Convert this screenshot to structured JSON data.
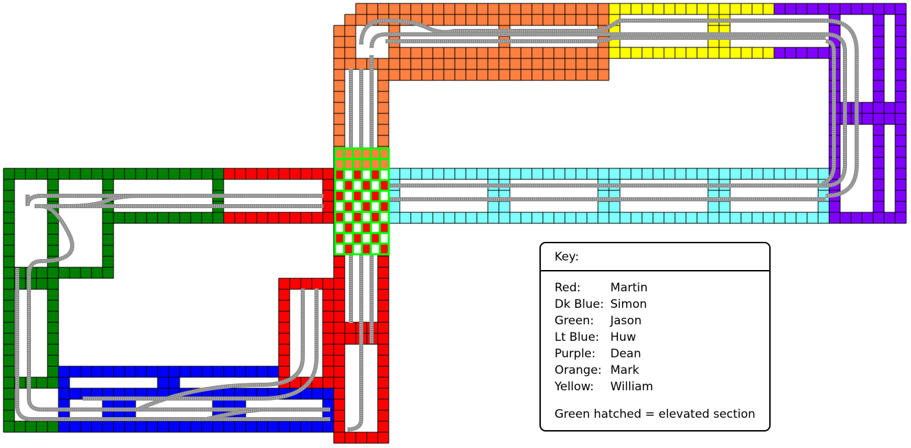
{
  "colors": {
    "red": "#ff0000",
    "dk_blue": "#0000ff",
    "green": "#008000",
    "lt_blue": "#80ffff",
    "purple": "#8000ff",
    "orange": "#ff8040",
    "yellow": "#ffff00",
    "hatch": "#00ff00",
    "grid_line": "#000000",
    "track_rail": "#8c8c8c",
    "track_sleeper": "#b4b4b4"
  },
  "key": {
    "title": "Key:",
    "entries": [
      {
        "label": "Red:",
        "name": "Martin"
      },
      {
        "label": "Dk Blue:",
        "name": "Simon"
      },
      {
        "label": "Green:",
        "name": "Jason"
      },
      {
        "label": "Lt Blue:",
        "name": "Huw"
      },
      {
        "label": "Purple:",
        "name": "Dean"
      },
      {
        "label": "Orange:",
        "name": "Mark"
      },
      {
        "label": "Yellow:",
        "name": "William"
      }
    ],
    "note": "Green hatched = elevated section"
  }
}
